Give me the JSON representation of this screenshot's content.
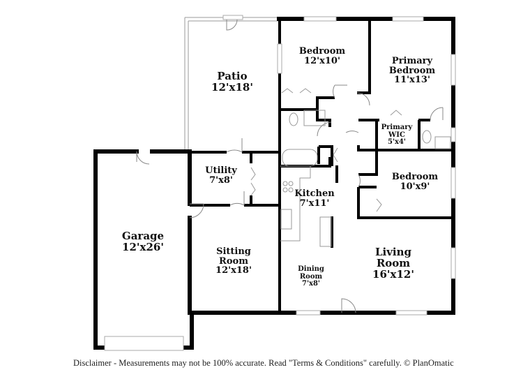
{
  "floorplan": {
    "wall_color": "#000000",
    "window_color": "#cfcfcf",
    "rooms": [
      {
        "id": "patio",
        "name": "Patio",
        "dimensions": "12'x18'"
      },
      {
        "id": "bedroom-1",
        "name": "Bedroom",
        "dimensions": "12'x10'"
      },
      {
        "id": "primary-bedroom",
        "name_line1": "Primary",
        "name_line2": "Bedroom",
        "dimensions": "11'x13'"
      },
      {
        "id": "primary-wic",
        "name_line1": "Primary",
        "name_line2": "WIC",
        "dimensions": "5'x4'"
      },
      {
        "id": "utility",
        "name": "Utility",
        "dimensions": "7'x8'"
      },
      {
        "id": "kitchen",
        "name": "Kitchen",
        "dimensions": "7'x11'"
      },
      {
        "id": "bedroom-2",
        "name": "Bedroom",
        "dimensions": "10'x9'"
      },
      {
        "id": "garage",
        "name": "Garage",
        "dimensions": "12'x26'"
      },
      {
        "id": "sitting-room",
        "name_line1": "Sitting",
        "name_line2": "Room",
        "dimensions": "12'x18'"
      },
      {
        "id": "dining-room",
        "name_line1": "Dining",
        "name_line2": "Room",
        "dimensions": "7'x8'"
      },
      {
        "id": "living-room",
        "name_line1": "Living",
        "name_line2": "Room",
        "dimensions": "16'x12'"
      }
    ]
  },
  "footer": {
    "disclaimer": "Disclaimer - Measurements may not be 100% accurate. Read \"Terms & Conditions\" carefully. © PlanOmatic"
  }
}
